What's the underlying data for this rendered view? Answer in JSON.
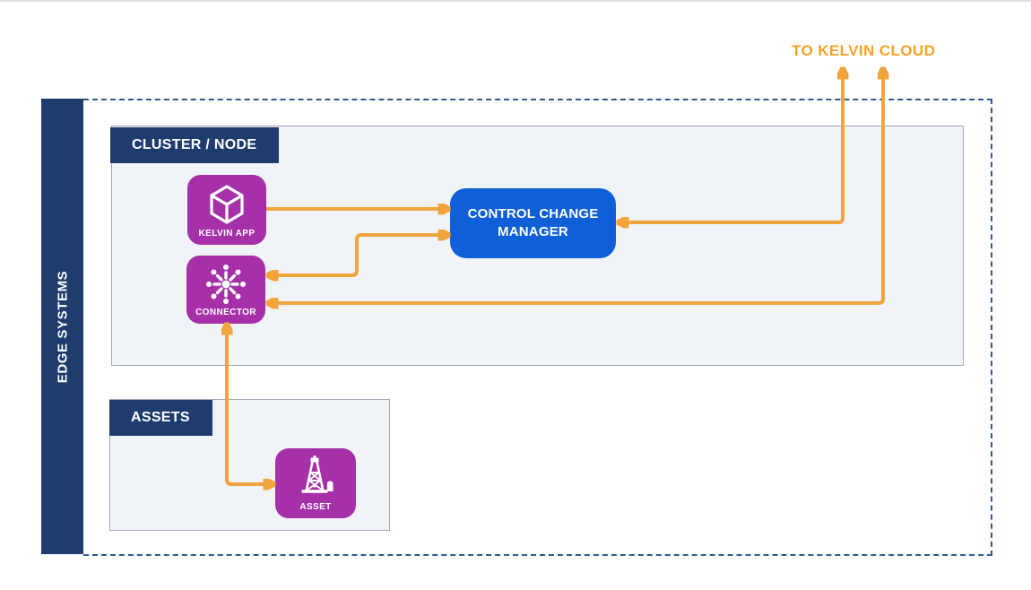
{
  "diagram": {
    "cloud": {
      "label": "TO KELVIN CLOUD"
    },
    "sidebar": {
      "label": "EDGE SYSTEMS"
    },
    "cluster_panel": {
      "title": "CLUSTER / NODE"
    },
    "assets_panel": {
      "title": "ASSETS"
    },
    "nodes": {
      "kelvin_app": {
        "label": "KELVIN APP",
        "icon": "cube-icon"
      },
      "connector": {
        "label": "CONNECTOR",
        "icon": "hub-icon"
      },
      "control_change_manager": {
        "label": "CONTROL CHANGE MANAGER"
      },
      "asset": {
        "label": "ASSET",
        "icon": "oil-derrick-icon"
      }
    },
    "edges": [
      {
        "from": "KELVIN APP",
        "to": "CONTROL CHANGE MANAGER",
        "direction": "one-way"
      },
      {
        "from": "CONNECTOR",
        "to": "CONTROL CHANGE MANAGER",
        "direction": "two-way"
      },
      {
        "from": "CONTROL CHANGE MANAGER",
        "to": "KELVIN CLOUD",
        "direction": "two-way"
      },
      {
        "from": "CONNECTOR",
        "to": "KELVIN CLOUD",
        "direction": "two-way"
      },
      {
        "from": "CONNECTOR",
        "to": "ASSET",
        "direction": "two-way"
      }
    ],
    "colors": {
      "orange": "#f2a43c",
      "purple": "#a530a8",
      "blue": "#0e5fd8",
      "navy": "#1e3c6e",
      "dashed_border": "#2e5b8e",
      "panel_bg": "#f0f4f9",
      "panel_border": "#a0a9b4"
    }
  }
}
